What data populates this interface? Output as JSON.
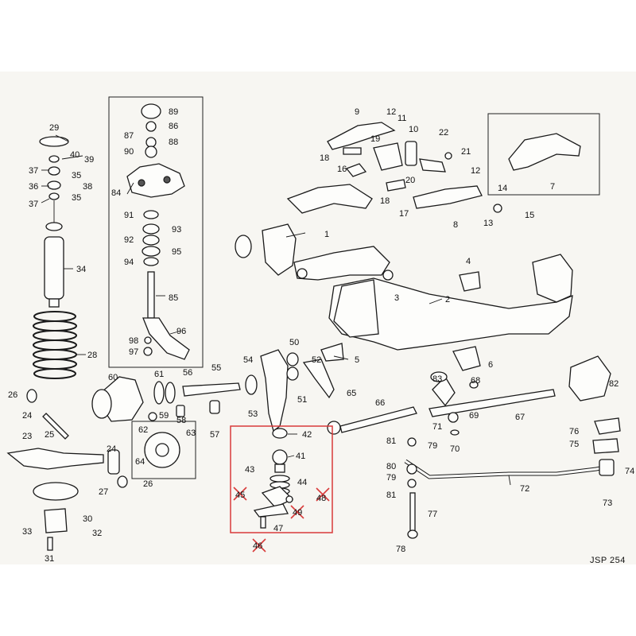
{
  "reference": "JSP 254",
  "highlight_color": "#d93a3a",
  "labels": {
    "l1": "1",
    "l2": "2",
    "l3": "3",
    "l4": "4",
    "l5": "5",
    "l6": "6",
    "l7": "7",
    "l8": "8",
    "l9": "9",
    "l10": "10",
    "l11": "11",
    "l12a": "12",
    "l12b": "12",
    "l13": "13",
    "l14": "14",
    "l15": "15",
    "l16": "16",
    "l17": "17",
    "l18a": "18",
    "l18b": "18",
    "l19": "19",
    "l20": "20",
    "l21": "21",
    "l22": "22",
    "l23": "23",
    "l24a": "24",
    "l24b": "24",
    "l25": "25",
    "l26a": "26",
    "l26b": "26",
    "l27": "27",
    "l28": "28",
    "l29": "29",
    "l30": "30",
    "l31": "31",
    "l32": "32",
    "l33": "33",
    "l34": "34",
    "l35a": "35",
    "l35b": "35",
    "l36": "36",
    "l37a": "37",
    "l37b": "37",
    "l38": "38",
    "l39": "39",
    "l40": "40",
    "l41": "41",
    "l42": "42",
    "l43": "43",
    "l44": "44",
    "l45": "45",
    "l46": "46",
    "l47": "47",
    "l48": "48",
    "l49": "49",
    "l50": "50",
    "l51": "51",
    "l52": "52",
    "l53": "53",
    "l54": "54",
    "l55": "55",
    "l56": "56",
    "l57": "57",
    "l58": "58",
    "l59": "59",
    "l60": "60",
    "l61": "61",
    "l62": "62",
    "l63": "63",
    "l64": "64",
    "l65": "65",
    "l66": "66",
    "l67": "67",
    "l68": "68",
    "l69": "69",
    "l70": "70",
    "l71": "71",
    "l72": "72",
    "l73": "73",
    "l74": "74",
    "l75": "75",
    "l76": "76",
    "l77": "77",
    "l78": "78",
    "l79a": "79",
    "l79b": "79",
    "l80": "80",
    "l81a": "81",
    "l81b": "81",
    "l82": "82",
    "l83": "83",
    "l84": "84",
    "l85": "85",
    "l86": "86",
    "l87": "87",
    "l88": "88",
    "l89": "89",
    "l90": "90",
    "l91": "91",
    "l92": "92",
    "l93": "93",
    "l94": "94",
    "l95": "95",
    "l96": "96",
    "l97": "97",
    "l98": "98"
  }
}
